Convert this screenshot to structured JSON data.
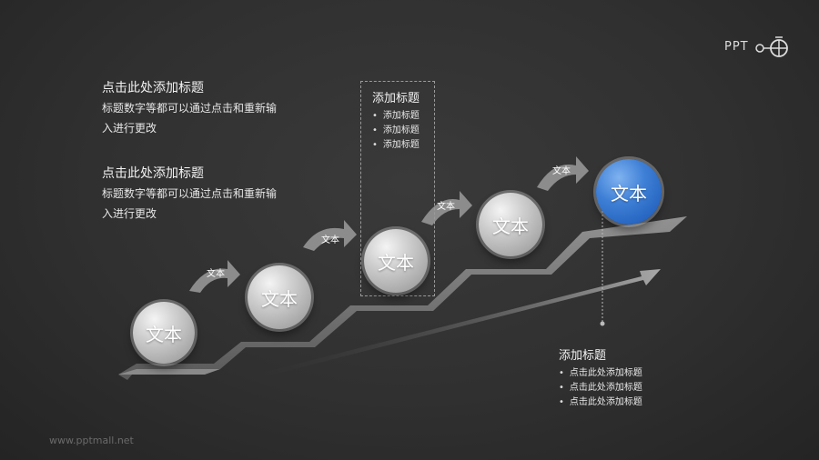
{
  "logo": {
    "text": "PPT"
  },
  "watermark": "www.pptmall.net",
  "left_blocks": [
    {
      "title": "点击此处添加标题",
      "desc_line1": "标题数字等都可以通过点击和重新输",
      "desc_line2": "入进行更改"
    },
    {
      "title": "点击此处添加标题",
      "desc_line1": "标题数字等都可以通过点击和重新输",
      "desc_line2": "入进行更改"
    }
  ],
  "center_box": {
    "title": "添加标题",
    "bullets": [
      "添加标题",
      "添加标题",
      "添加标题"
    ]
  },
  "bottom_right": {
    "title": "添加标题",
    "bullets": [
      "点击此处添加标题",
      "点击此处添加标题",
      "点击此处添加标题"
    ]
  },
  "balls": [
    {
      "label": "文本",
      "color": "gray"
    },
    {
      "label": "文本",
      "color": "gray"
    },
    {
      "label": "文本",
      "color": "gray"
    },
    {
      "label": "文本",
      "color": "gray"
    },
    {
      "label": "文本",
      "color": "blue"
    }
  ],
  "arrows": [
    {
      "label": "文本"
    },
    {
      "label": "文本"
    },
    {
      "label": "文本"
    },
    {
      "label": "文本"
    }
  ],
  "colors": {
    "background": "#333333",
    "accent_blue": "#2f6fcc",
    "ball_gray": "#bdbdbd"
  }
}
